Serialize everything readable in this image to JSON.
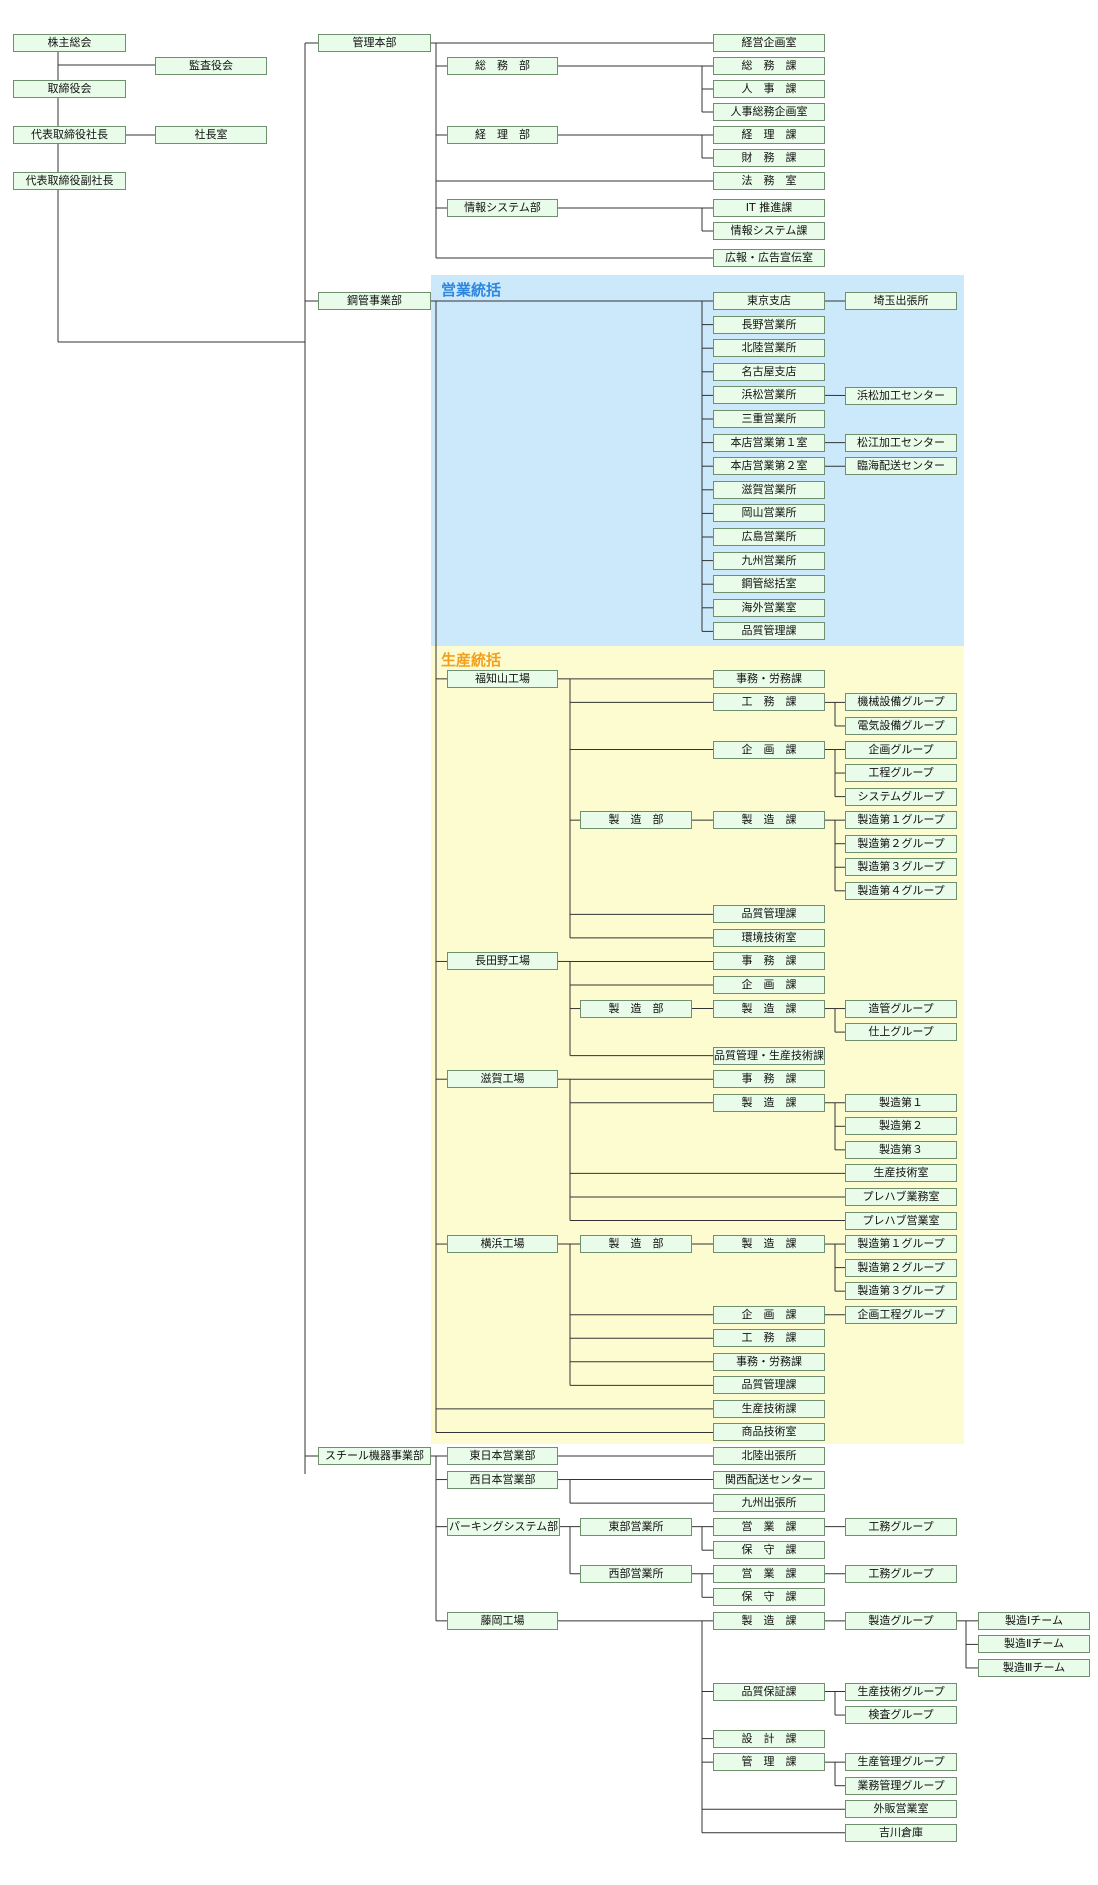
{
  "colors": {
    "sales_region": "#cce9fb",
    "production_region": "#fdfcd0",
    "sales_title": "#2e86de",
    "production_title": "#f0a020",
    "box_fill": "#e9fbe9",
    "box_border": "#6f8f6f",
    "line": "#333333"
  },
  "regions": {
    "sales": {
      "label": "営業統括"
    },
    "production": {
      "label": "生産統括"
    }
  },
  "units": {
    "shareholders": "株主総会",
    "auditors": "監査役会",
    "board": "取締役会",
    "president": "代表取締役社長",
    "president_office": "社長室",
    "vice_president": "代表取締役副社長",
    "admin_hq": "管理本部",
    "corp_planning": "経営企画室",
    "general_affairs_dept": "総　務　部",
    "general_affairs_sec": "総　務　課",
    "hr_sec": "人　事　課",
    "hr_planning": "人事総務企画室",
    "accounting_dept": "経　理　部",
    "accounting_sec": "経　理　課",
    "finance_sec": "財　務　課",
    "legal": "法　務　室",
    "it_dept": "情報システム部",
    "it_promo": "IT 推進課",
    "it_sec": "情報システム課",
    "pr": "広報・広告宣伝室",
    "steel_pipe_div": "鋼管事業部",
    "tokyo": "東京支店",
    "saitama": "埼玉出張所",
    "nagano": "長野営業所",
    "hokuriku_sales": "北陸営業所",
    "nagoya": "名古屋支店",
    "hamamatsu": "浜松営業所",
    "hamamatsu_center": "浜松加工センター",
    "mie": "三重営業所",
    "honten1": "本店営業第１室",
    "matsue_center": "松江加工センター",
    "honten2": "本店営業第２室",
    "rinkai_center": "臨海配送センター",
    "shiga_sales": "滋賀営業所",
    "okayama": "岡山営業所",
    "hiroshima": "広島営業所",
    "kyushu_sales": "九州営業所",
    "pipe_control": "鋼管総括室",
    "overseas": "海外営業室",
    "qc_sales": "品質管理課",
    "fukuchiyama": "福知山工場",
    "f_admin": "事務・労務課",
    "f_eng": "工　務　課",
    "f_mech": "機械設備グループ",
    "f_elec": "電気設備グループ",
    "f_plan": "企　画　課",
    "f_plan_g": "企画グループ",
    "f_process_g": "工程グループ",
    "f_system_g": "システムグループ",
    "f_mfg_dept": "製　造　部",
    "f_mfg_sec": "製　造　課",
    "f_mfg1": "製造第１グループ",
    "f_mfg2": "製造第２グループ",
    "f_mfg3": "製造第３グループ",
    "f_mfg4": "製造第４グループ",
    "f_qc": "品質管理課",
    "f_env": "環境技術室",
    "nagatano": "長田野工場",
    "n_admin": "事　務　課",
    "n_plan": "企　画　課",
    "n_mfg_dept": "製　造　部",
    "n_mfg_sec": "製　造　課",
    "n_pipe_g": "造管グループ",
    "n_finish_g": "仕上グループ",
    "n_qc": "品質管理・生産技術課",
    "shiga_plant": "滋賀工場",
    "s_admin": "事　務　課",
    "s_mfg_sec": "製　造　課",
    "s_mfg1": "製造第１",
    "s_mfg2": "製造第２",
    "s_mfg3": "製造第３",
    "s_tech": "生産技術室",
    "s_prefab_biz": "プレハブ業務室",
    "s_prefab_sales": "プレハブ営業室",
    "yokohama": "横浜工場",
    "y_mfg_dept": "製　造　部",
    "y_mfg_sec": "製　造　課",
    "y_mfg1": "製造第１グループ",
    "y_mfg2": "製造第２グループ",
    "y_mfg3": "製造第３グループ",
    "y_plan": "企　画　課",
    "y_plan_g": "企画工程グループ",
    "y_eng": "工　務　課",
    "y_admin": "事務・労務課",
    "y_qc": "品質管理課",
    "prod_tech": "生産技術課",
    "product_tech": "商品技術室",
    "steel_equip_div": "スチール機器事業部",
    "east_japan": "東日本営業部",
    "west_japan": "西日本営業部",
    "hokuriku_office": "北陸出張所",
    "kansai_center": "関西配送センター",
    "kyushu_office": "九州出張所",
    "parking": "パーキングシステム部",
    "east_office": "東部営業所",
    "e_sales": "営　業　課",
    "e_works_g": "工務グループ",
    "e_maint": "保　守　課",
    "west_office": "西部営業所",
    "w_sales": "営　業　課",
    "w_works_g": "工務グループ",
    "w_maint": "保　守　課",
    "fujioka": "藤岡工場",
    "fj_mfg_sec": "製　造　課",
    "fj_mfg_g": "製造グループ",
    "fj_team1": "製造Ⅰチーム",
    "fj_team2": "製造Ⅱチーム",
    "fj_team3": "製造Ⅲチーム",
    "fj_qa": "品質保証課",
    "fj_tech_g": "生産技術グループ",
    "fj_insp_g": "検査グループ",
    "fj_design": "設　計　課",
    "fj_mgmt": "管　理　課",
    "fj_prod_mgmt_g": "生産管理グループ",
    "fj_biz_mgmt_g": "業務管理グループ",
    "fj_ext_sales": "外販営業室",
    "fj_yoshikawa": "吉川倉庫"
  }
}
